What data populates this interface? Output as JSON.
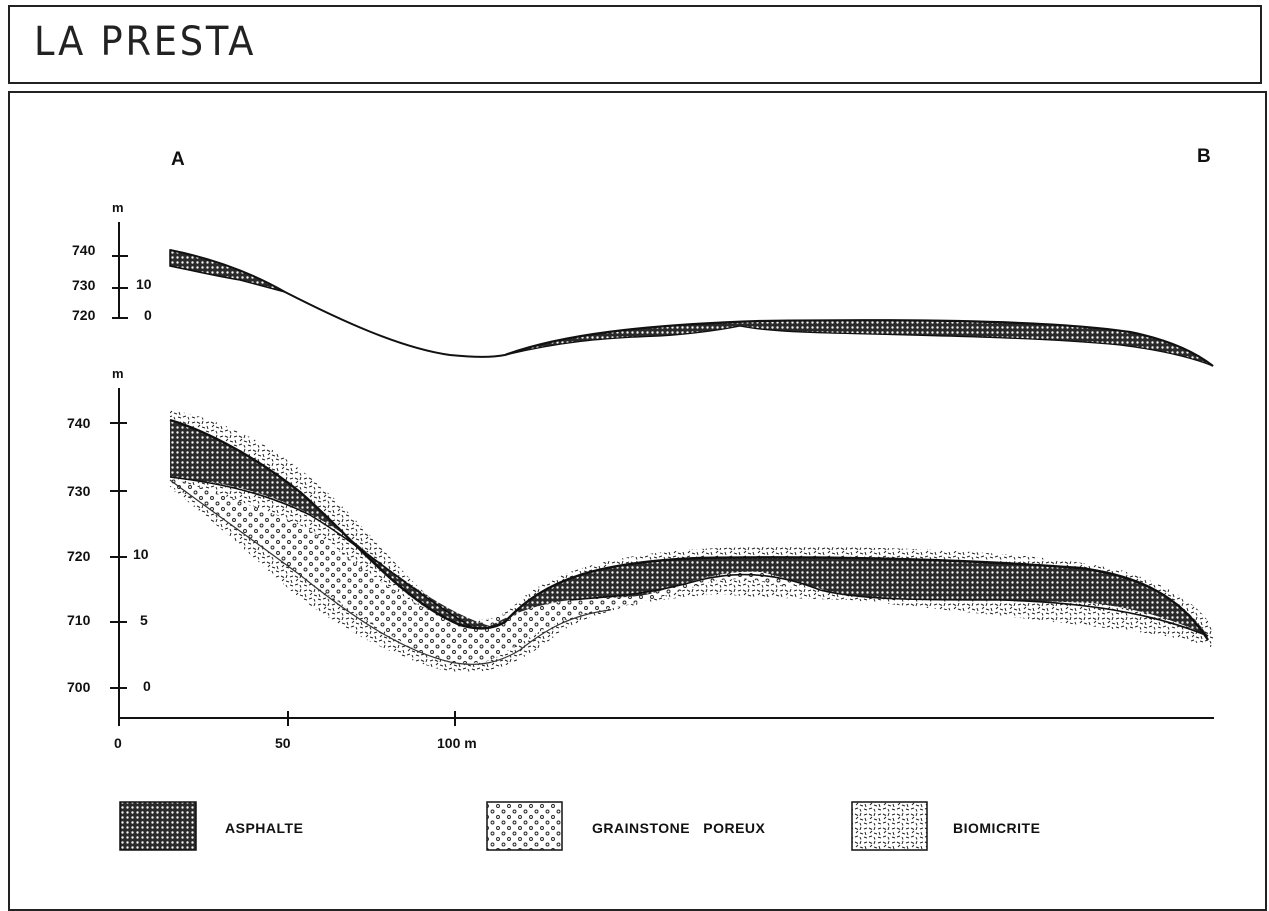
{
  "title": "LA PRESTA",
  "section": {
    "start_label": "A",
    "end_label": "B"
  },
  "upper_profile": {
    "unit": "m",
    "altitude_ticks": [
      "740",
      "730",
      "720"
    ],
    "thickness_ticks": [
      "10",
      "0"
    ]
  },
  "lower_profile": {
    "unit": "m",
    "altitude_ticks": [
      "740",
      "730",
      "720",
      "710",
      "700"
    ],
    "thickness_ticks": [
      "10",
      "5",
      "0"
    ],
    "distance_ticks": [
      "0",
      "50",
      "100 m"
    ]
  },
  "legend": [
    {
      "pattern": "asphalte",
      "label": "ASPHALTE"
    },
    {
      "pattern": "grainstone",
      "label": "GRAINSTONE   POREUX"
    },
    {
      "pattern": "biomicrite",
      "label": "BIOMICRITE"
    }
  ]
}
